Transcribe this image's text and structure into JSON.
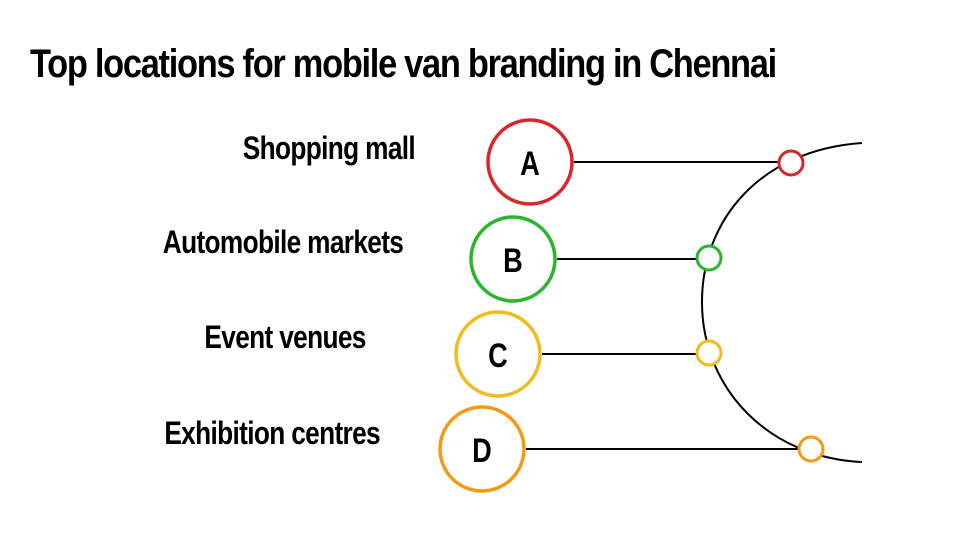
{
  "title": "Top locations for mobile van branding in Chennai",
  "items": [
    {
      "letter": "A",
      "label": "Shopping mall",
      "color": "#d9262b"
    },
    {
      "letter": "B",
      "label": "Automobile markets",
      "color": "#2ab52a"
    },
    {
      "letter": "C",
      "label": "Event venues",
      "color": "#f2bb1d"
    },
    {
      "letter": "D",
      "label": "Exhibition centres",
      "color": "#f39a12"
    }
  ],
  "colors": {
    "line": "#000000",
    "text": "#000000",
    "background": "#ffffff"
  }
}
